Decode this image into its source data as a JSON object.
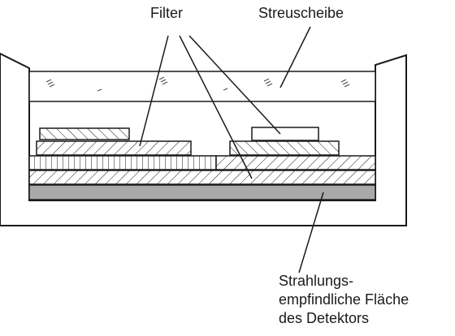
{
  "labels": {
    "filter": "Filter",
    "streuscheibe": "Streuscheibe",
    "detector_lines": [
      "Strahlungs-",
      "empfindliche Fläche",
      "des Detektors"
    ]
  },
  "colors": {
    "line": "#1a1a1a",
    "fill": "#ffffff",
    "detector_surface": "#a9a9a9"
  }
}
